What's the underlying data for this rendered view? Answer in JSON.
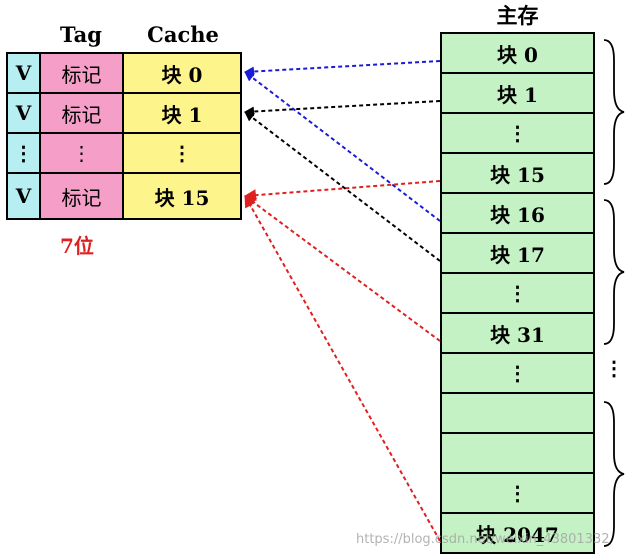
{
  "headers": {
    "tag": "Tag",
    "cache": "Cache",
    "memory": "主存"
  },
  "cache_rows": [
    {
      "valid": "V",
      "tag": "标记",
      "block": "块 0"
    },
    {
      "valid": "V",
      "tag": "标记",
      "block": "块 1"
    },
    {
      "valid": "⋮",
      "tag": "⋮",
      "block": "⋮"
    },
    {
      "valid": "V",
      "tag": "标记",
      "block": "块 15"
    }
  ],
  "tag_bits_note": "7位",
  "memory_blocks": [
    "块 0",
    "块 1",
    "⋮",
    "块 15",
    "块 16",
    "块 17",
    "⋮",
    "块 31",
    "⋮",
    "",
    "",
    "⋮",
    "块 2047"
  ],
  "group_ellipsis": "⋮",
  "arrows": [
    {
      "from": 0,
      "to": 0,
      "color": "#1a1ad8"
    },
    {
      "from": 1,
      "to": 1,
      "color": "#000000"
    },
    {
      "from": 3,
      "to": 3,
      "color": "#e02020"
    },
    {
      "from": 4,
      "to": 0,
      "color": "#1a1ad8"
    },
    {
      "from": 5,
      "to": 1,
      "color": "#000000"
    },
    {
      "from": 7,
      "to": 3,
      "color": "#e02020"
    },
    {
      "from": 12,
      "to": 3,
      "color": "#e02020"
    }
  ],
  "colors": {
    "valid": "#b7eef2",
    "tag": "#f59ec8",
    "cache": "#fdf58c",
    "memory": "#c5f2c5"
  },
  "watermark": "https://blog.csdn.net/weixin_43801332"
}
